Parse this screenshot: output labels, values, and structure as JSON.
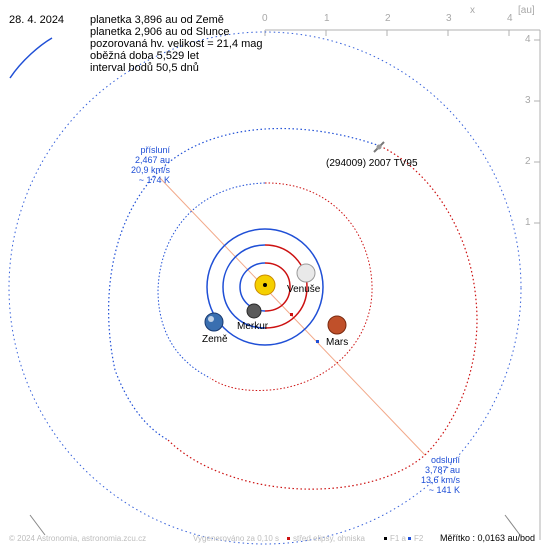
{
  "date": "28. 4. 2024",
  "info_lines": [
    "planetka 3,896 au od Země",
    "planetka 2,906 au od Slunce",
    "pozorovaná hv. velikost = 21,4 mag",
    "oběžná doba 5,529 let",
    "interval bodů 50,5 dnů"
  ],
  "axis": {
    "x_ticks": [
      "0",
      "1",
      "2",
      "3",
      "4"
    ],
    "y_ticks": [
      "4",
      "3",
      "2",
      "1"
    ],
    "x_label": "x",
    "unit_label": "[au]"
  },
  "object_label": "(294009) 2007 TV95",
  "perihelion": [
    "přísluní",
    "2,467 au",
    "20,9 km/s",
    "~ 174 K"
  ],
  "aphelion": [
    "odsluní",
    "3,787 au",
    "13,6 km/s",
    "~ 141 K"
  ],
  "planets": {
    "venus": "Venuše",
    "mercury": "Merkur",
    "earth": "Země",
    "mars": "Mars"
  },
  "footer": {
    "copyright": "© 2024 Astronomia, astronomia.zcu.cz",
    "generated": "Vygenerováno za 0,10 s",
    "legend_center": "střed elipsy, ohniska",
    "legend_f1": "F1 a",
    "legend_f2": "F2",
    "scale": "Měřítko : 0,0163 au/bod"
  },
  "colors": {
    "blue_orbit": "#1f4fd6",
    "red_orbit": "#cc1111",
    "axis_grey": "#b0b0b0",
    "apsides_line": "#f2a98a"
  }
}
